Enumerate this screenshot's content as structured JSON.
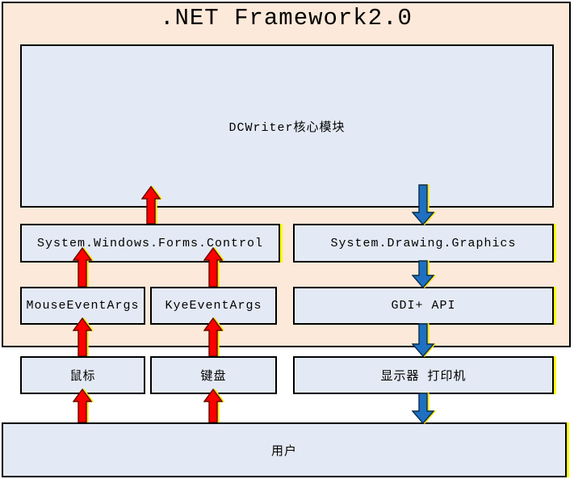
{
  "diagram": {
    "title": ".NET Framework2.0",
    "framework_layer": {
      "core_module": "DCWriter核心模块",
      "forms_control": "System.Windows.Forms.Control",
      "drawing_graphics": "System.Drawing.Graphics",
      "mouse_event_args": "MouseEventArgs",
      "key_event_args": "KyeEventArgs",
      "gdi_api": "GDI+ API"
    },
    "hardware_layer": {
      "mouse": "鼠标",
      "keyboard": "键盘",
      "display_printer": "显示器 打印机"
    },
    "user_layer": {
      "user": "用户"
    },
    "colors": {
      "framework_bg": "#fce9d9",
      "box_bg": "#e4eaf5",
      "border": "#000000",
      "input_arrow_red": "#ff0000",
      "output_arrow_blue": "#1f70c1",
      "edge_highlight_yellow": "#ffff00"
    }
  }
}
